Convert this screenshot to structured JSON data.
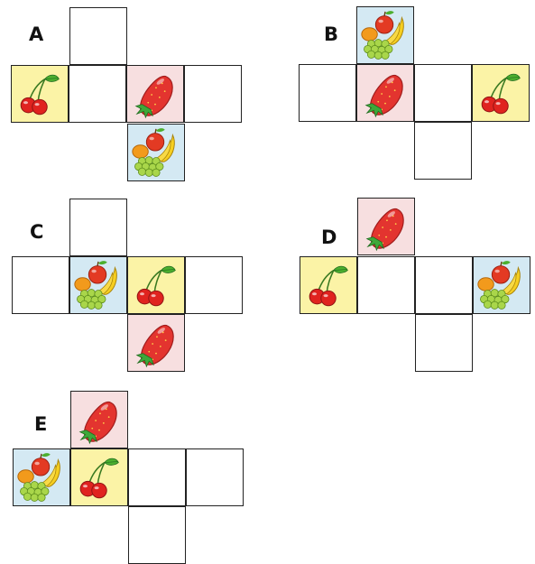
{
  "colors": {
    "strawberry_tile": "#f7dfe0",
    "cherries_tile": "#fbf3a6",
    "fruit_basket_tile": "#d4e9f3",
    "grid_line": "#222222"
  },
  "nets": [
    {
      "label": "A",
      "cells": [
        "blank",
        "cherries",
        "blank",
        "strawberry",
        "blank",
        "fruit-basket"
      ]
    },
    {
      "label": "B",
      "cells": [
        "fruit-basket",
        "blank",
        "strawberry",
        "blank",
        "cherries",
        "blank"
      ]
    },
    {
      "label": "C",
      "cells": [
        "blank",
        "blank",
        "fruit-basket",
        "cherries",
        "blank",
        "strawberry"
      ]
    },
    {
      "label": "D",
      "cells": [
        "strawberry",
        "cherries",
        "blank",
        "blank",
        "fruit-basket",
        "blank"
      ]
    },
    {
      "label": "E",
      "cells": [
        "strawberry",
        "fruit-basket",
        "cherries",
        "blank",
        "blank",
        "blank"
      ]
    }
  ]
}
